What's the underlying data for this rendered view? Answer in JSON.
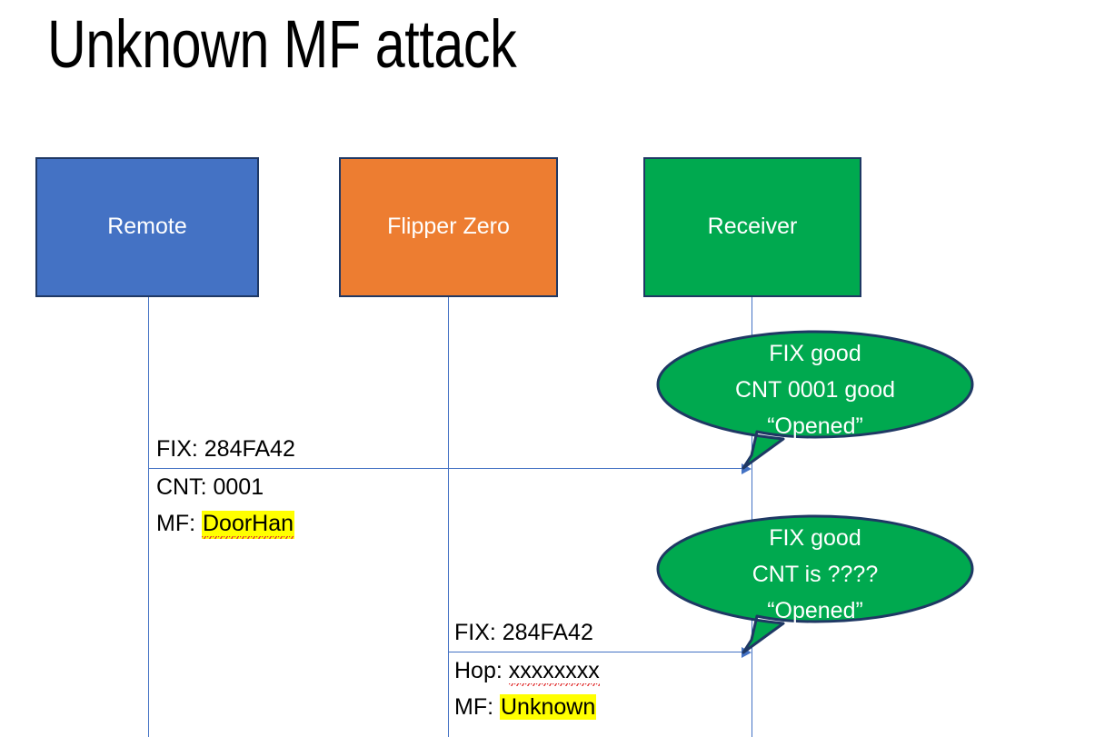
{
  "slide": {
    "title": "Unknown MF attack"
  },
  "actors": [
    {
      "id": "remote",
      "label": "Remote",
      "color": "#4472C4"
    },
    {
      "id": "flipper",
      "label": "Flipper Zero",
      "color": "#ED7D31"
    },
    {
      "id": "receiver",
      "label": "Receiver",
      "color": "#00A94F"
    }
  ],
  "messages": [
    {
      "id": "msg-1",
      "from": "remote",
      "to": "receiver",
      "above_line": "FIX: 284FA42",
      "below_lines": [
        {
          "label": "CNT: ",
          "value": "0001",
          "highlight": false,
          "squiggly": false
        },
        {
          "label": "MF: ",
          "value": "DoorHan",
          "highlight": true,
          "squiggly": true
        }
      ]
    },
    {
      "id": "msg-2",
      "from": "flipper",
      "to": "receiver",
      "above_line": "FIX: 284FA42",
      "below_lines": [
        {
          "label": "Hop: ",
          "value": "xxxxxxxx",
          "highlight": false,
          "squiggly": true
        },
        {
          "label": "MF: ",
          "value": "Unknown",
          "highlight": true,
          "squiggly": false
        }
      ]
    }
  ],
  "bubbles": [
    {
      "id": "bubble-1",
      "lines": [
        "FIX good",
        "CNT 0001 good",
        "“Opened”"
      ],
      "fill": "#00A94F",
      "stroke": "#1F3864"
    },
    {
      "id": "bubble-2",
      "lines": [
        "FIX good",
        "CNT is ????",
        "“Opened”"
      ],
      "fill": "#00A94F",
      "stroke": "#1F3864"
    }
  ]
}
